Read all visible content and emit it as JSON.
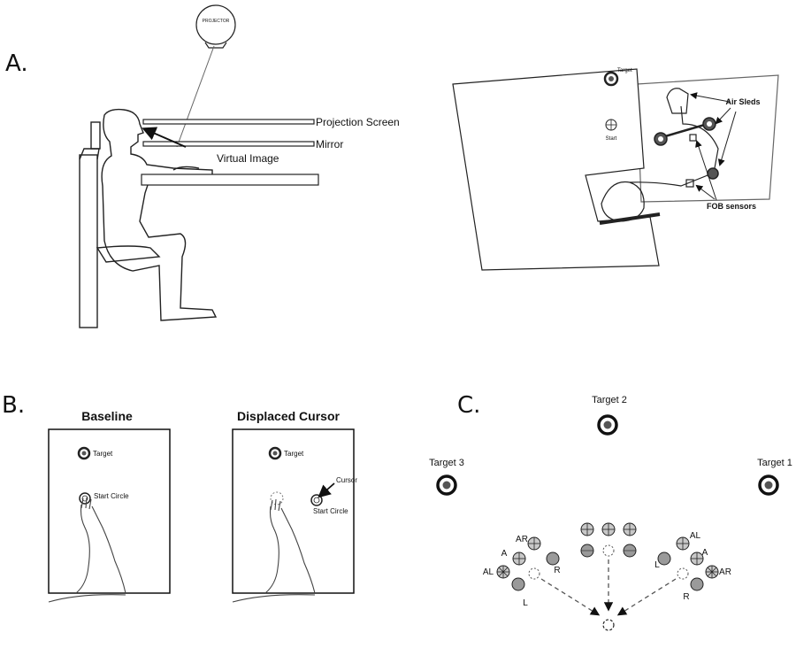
{
  "panels": {
    "a": "A.",
    "b": "B.",
    "c": "C."
  },
  "setup": {
    "projector": "PROJECTOR",
    "projection_screen": "Projection Screen",
    "mirror": "Mirror",
    "virtual_image": "Virtual Image"
  },
  "topview": {
    "target": "Target",
    "start": "Start",
    "air_sleds": "Air Sleds",
    "fob_sensors": "FOB sensors"
  },
  "conditions": {
    "baseline": {
      "title": "Baseline",
      "target": "Target",
      "start_circle": "Start Circle"
    },
    "displaced": {
      "title": "Displaced Cursor",
      "target": "Target",
      "cursor": "Cursor",
      "start_circle": "Start Circle"
    }
  },
  "targets": {
    "t1": "Target 1",
    "t2": "Target 2",
    "t3": "Target 3"
  },
  "positions": {
    "left_group": [
      "AR",
      "A",
      "AL",
      "R",
      "L"
    ],
    "right_group": [
      "AL",
      "A",
      "L",
      "AR",
      "R"
    ]
  },
  "colors": {
    "ink": "#111111",
    "target_ring": "#222222",
    "start_fill": "#bdbdbd",
    "gray_circle": "#9a9a9a"
  }
}
